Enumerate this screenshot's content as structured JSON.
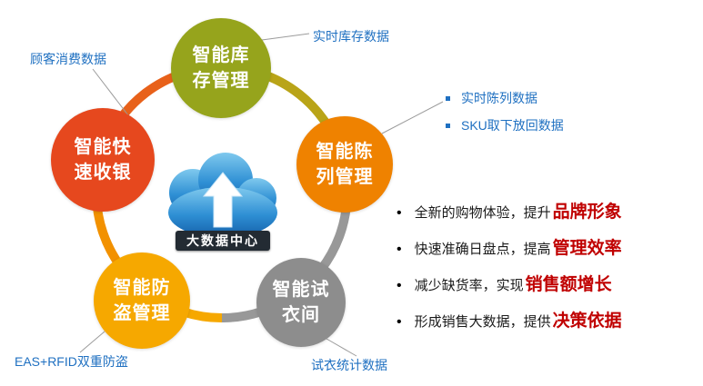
{
  "center": {
    "banner": "大数据中心"
  },
  "nodes": {
    "inventory": {
      "label": "智能库存管理",
      "color": "#96A41C"
    },
    "checkout": {
      "label": "智能快速收银",
      "color": "#E6481E"
    },
    "display": {
      "label": "智能陈列管理",
      "color": "#EF8200"
    },
    "antitheft": {
      "label": "智能防盗管理",
      "color": "#F6A800"
    },
    "fitting": {
      "label": "智能试衣间",
      "color": "#8D8D8D"
    }
  },
  "callouts": {
    "customer_data": "顾客消费数据",
    "inventory_data": "实时库存数据",
    "display_data": [
      "实时陈列数据",
      "SKU取下放回数据"
    ],
    "antitheft_data": "EAS+RFID双重防盗",
    "fitting_data": "试衣统计数据"
  },
  "benefits": [
    {
      "prefix": "全新的购物体验，提升",
      "highlight": "品牌形象"
    },
    {
      "prefix": "快速准确日盘点，提高",
      "highlight": "管理效率"
    },
    {
      "prefix": "减少缺货率，实现",
      "highlight": "销售额增长"
    },
    {
      "prefix": "形成销售大数据，提供",
      "highlight": "决策依据"
    }
  ],
  "misc": {
    "bullet": "•"
  },
  "colors": {
    "callout_text": "#1F70C1",
    "highlight_text": "#C00000",
    "ring_gray": "#989898",
    "cloud_blue": "#2E8FD4"
  }
}
